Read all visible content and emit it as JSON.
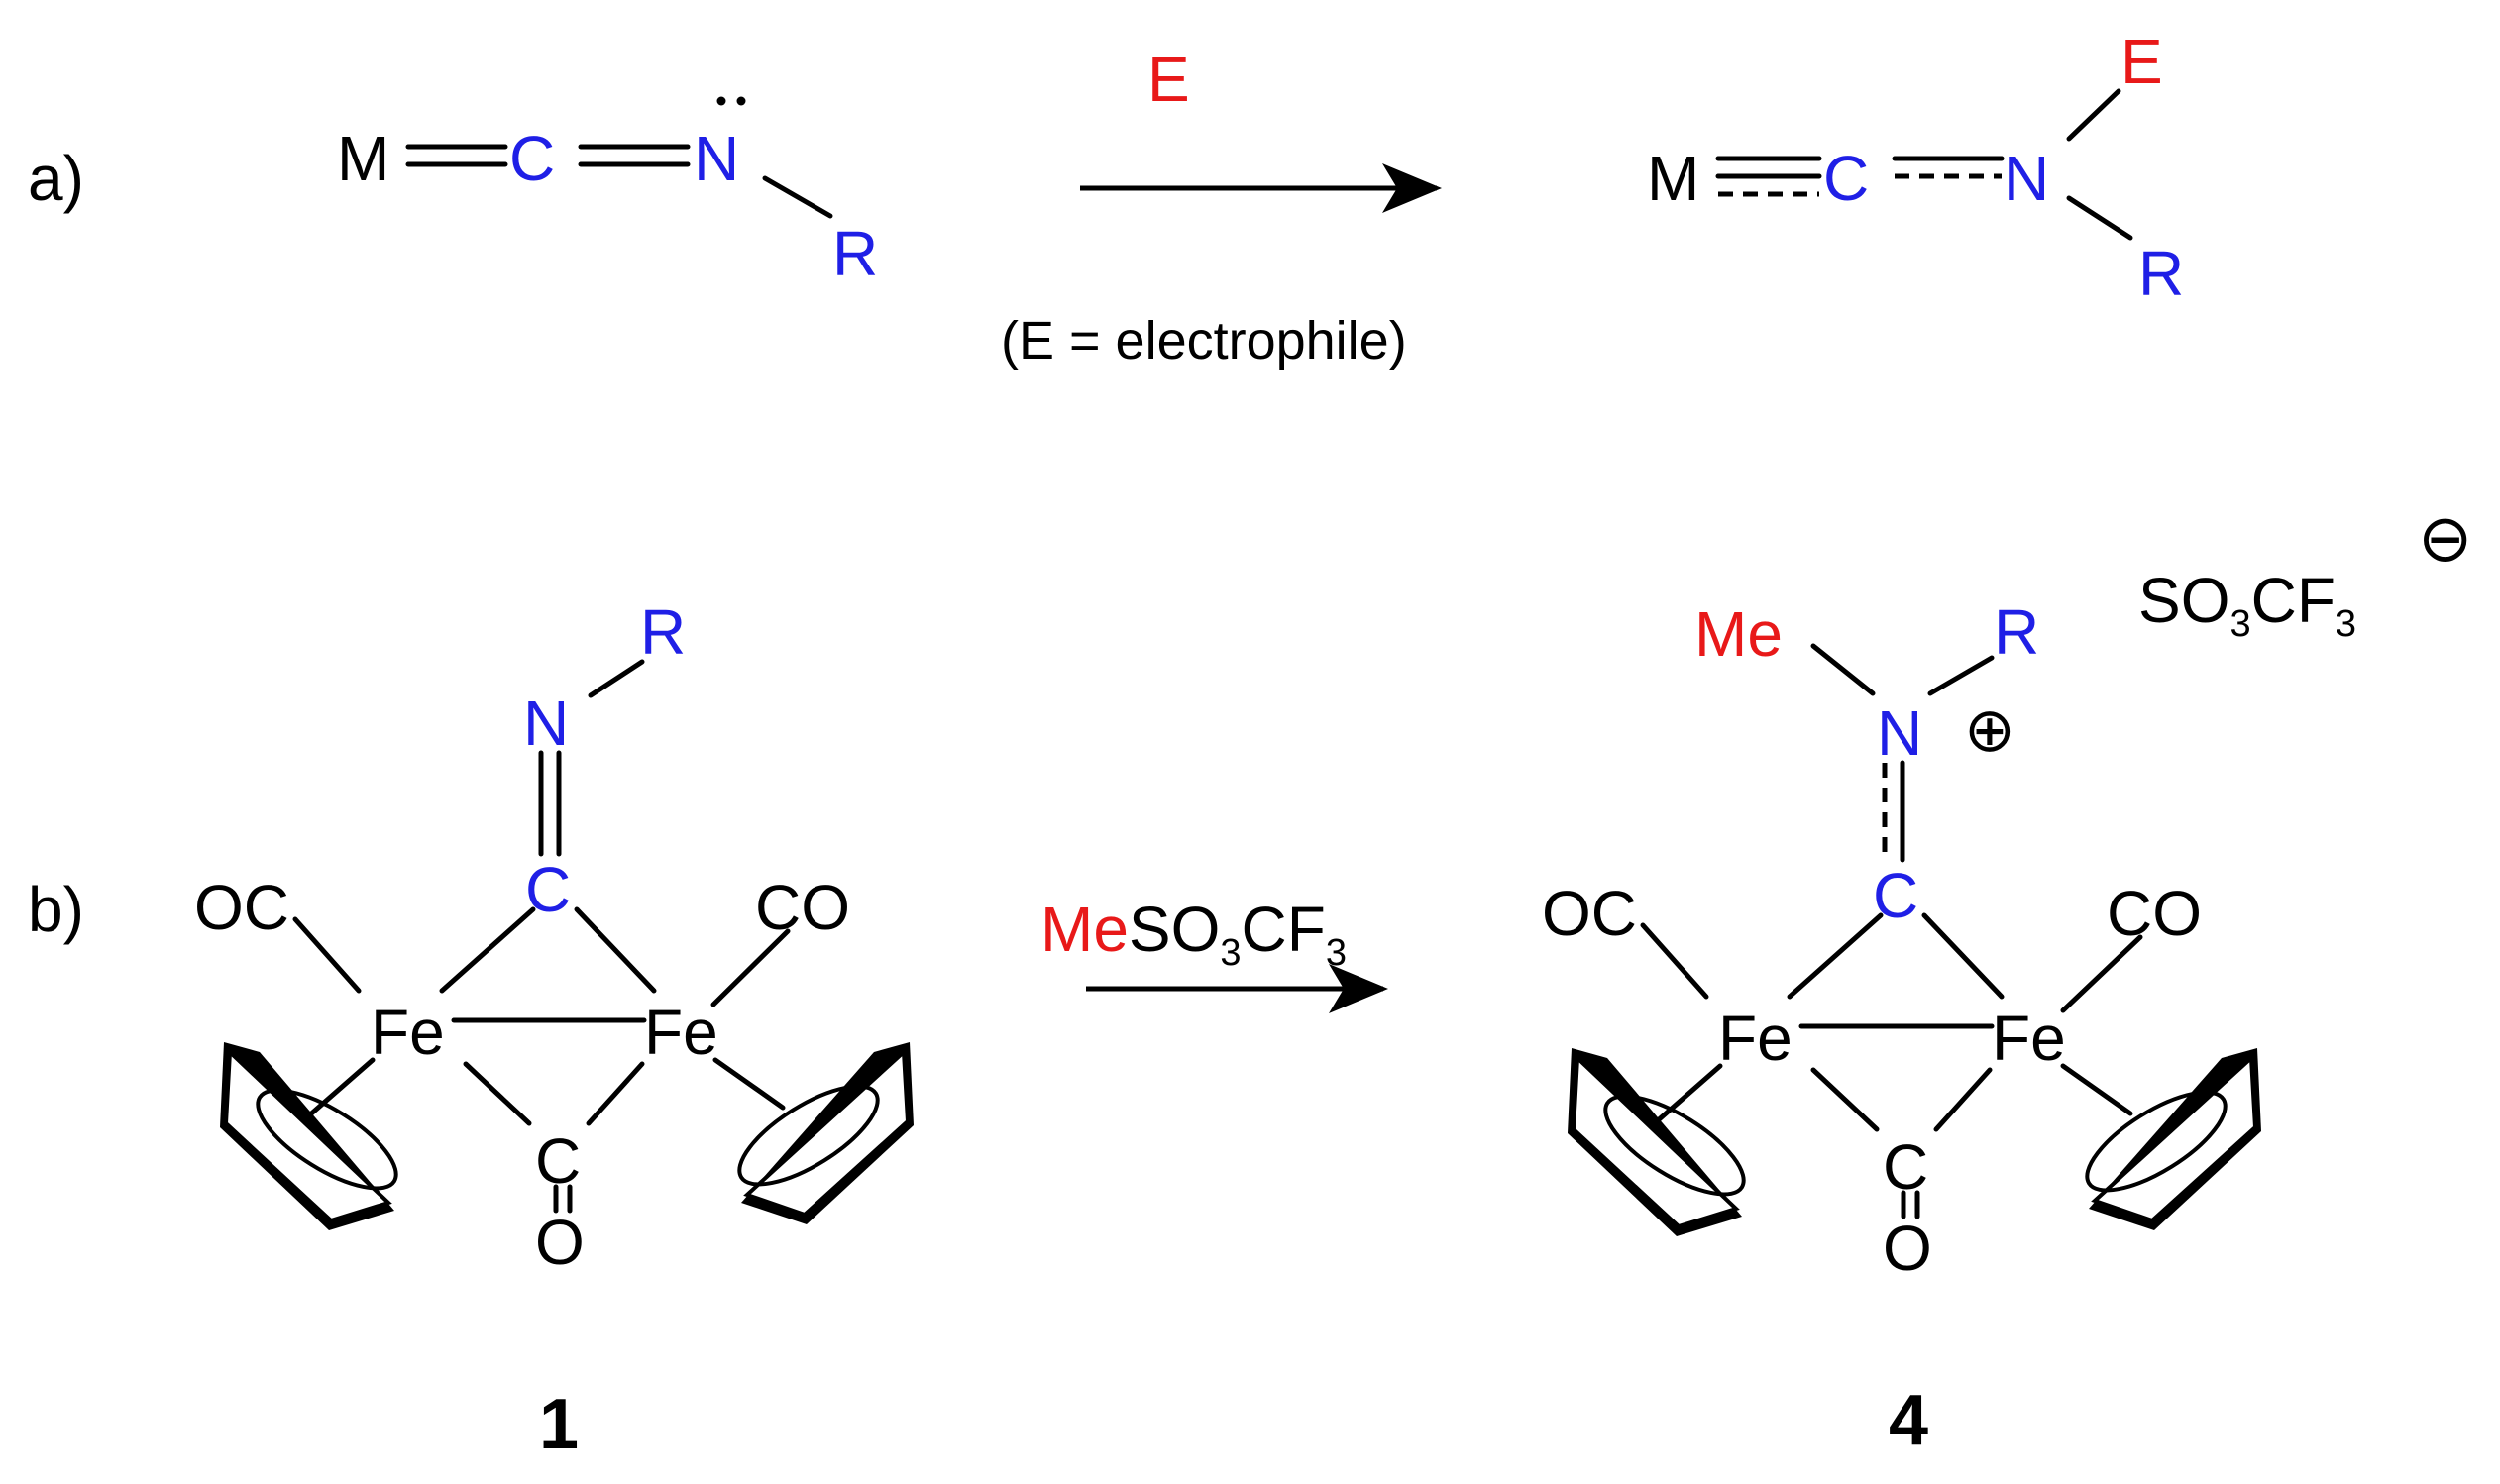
{
  "colors": {
    "black": "#000000",
    "blue": "#1f1fe6",
    "red": "#e81919"
  },
  "atoms": {
    "M": "M",
    "C": "C",
    "N": "N",
    "R": "R",
    "E": "E",
    "Fe": "Fe",
    "CO": "CO",
    "OC": "OC",
    "O": "O",
    "Me": "Me",
    "S": "S",
    "F": "F"
  },
  "panel_a": {
    "label": "a)",
    "reagent": "E",
    "note": "(E = electrophile)"
  },
  "panel_b": {
    "label": "b)",
    "reagent_me": "Me",
    "reagent_rest_pre": "SO",
    "reagent_sub1": "3",
    "reagent_rest_mid": "CF",
    "reagent_sub2": "3",
    "counter_ion": {
      "pre": "SO",
      "sub1": "3",
      "mid": "CF",
      "sub2": "3",
      "charge_symbol": "⊖"
    },
    "cation_charge_symbol": "⊕",
    "compound_left": "1",
    "compound_right": "4"
  }
}
